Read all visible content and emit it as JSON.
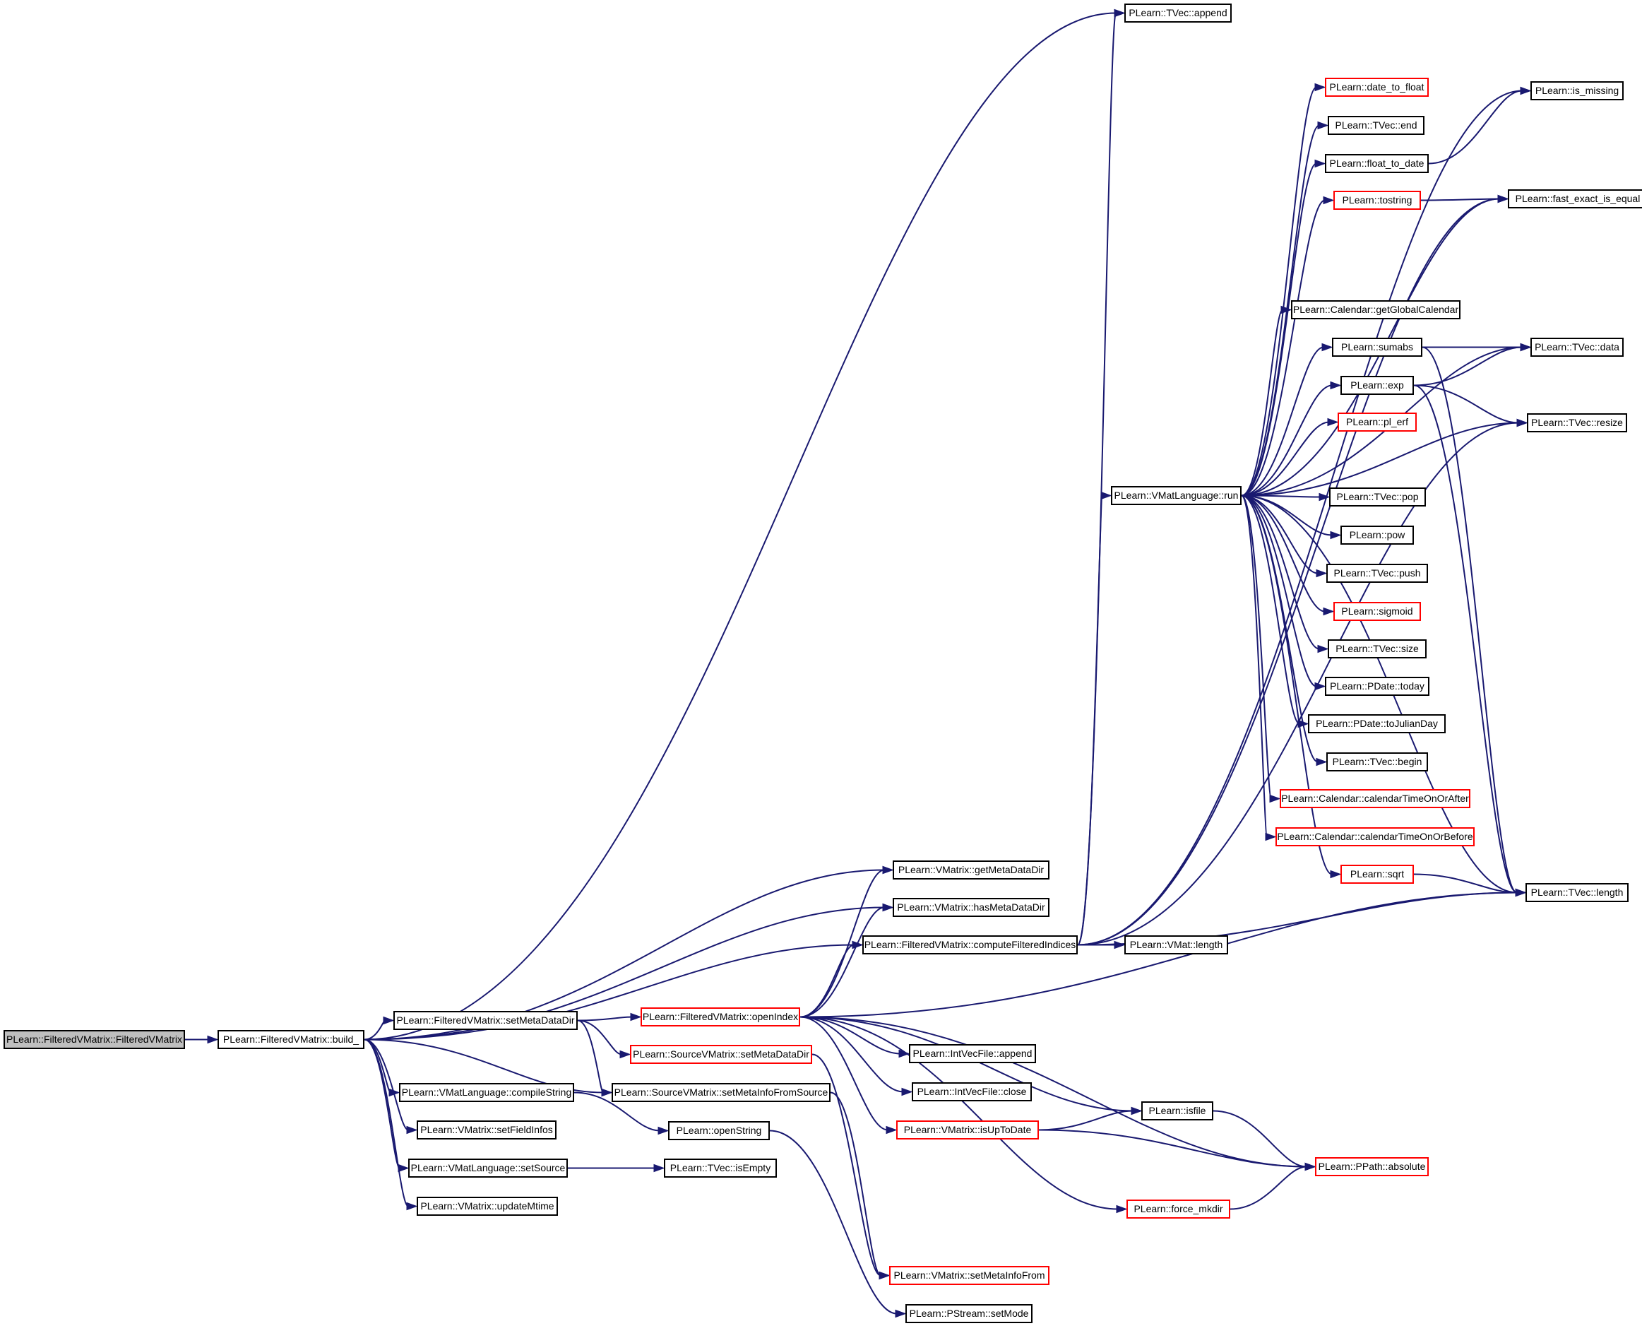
{
  "diagram": {
    "kind": "call-graph",
    "colors": {
      "edge": "#191970",
      "border": "#000000",
      "incomplete_border": "#ff0000",
      "root_fill": "#bfbfbf",
      "node_fill": "#ffffff"
    },
    "nodes": [
      {
        "id": "ctor",
        "label": "PLearn::FilteredVMatrix::FilteredVMatrix",
        "variant": "root"
      },
      {
        "id": "build",
        "label": "PLearn::FilteredVMatrix::build_",
        "variant": "normal"
      },
      {
        "id": "tvec_append",
        "label": "PLearn::TVec::append",
        "variant": "normal"
      },
      {
        "id": "getmeta",
        "label": "PLearn::VMatrix::getMetaDataDir",
        "variant": "normal"
      },
      {
        "id": "hasmeta",
        "label": "PLearn::VMatrix::hasMetaDataDir",
        "variant": "normal"
      },
      {
        "id": "compute",
        "label": "PLearn::FilteredVMatrix::computeFilteredIndices",
        "variant": "normal"
      },
      {
        "id": "setmeta",
        "label": "PLearn::FilteredVMatrix::setMetaDataDir",
        "variant": "normal"
      },
      {
        "id": "openindex",
        "label": "PLearn::FilteredVMatrix::openIndex",
        "variant": "red"
      },
      {
        "id": "src_setmeta",
        "label": "PLearn::SourceVMatrix::setMetaDataDir",
        "variant": "red"
      },
      {
        "id": "src_setinfo",
        "label": "PLearn::SourceVMatrix::setMetaInfoFromSource",
        "variant": "normal"
      },
      {
        "id": "compilestr",
        "label": "PLearn::VMatLanguage::compileString",
        "variant": "normal"
      },
      {
        "id": "setfield",
        "label": "PLearn::VMatrix::setFieldInfos",
        "variant": "normal"
      },
      {
        "id": "setsource",
        "label": "PLearn::VMatLanguage::setSource",
        "variant": "normal"
      },
      {
        "id": "updatemtime",
        "label": "PLearn::VMatrix::updateMtime",
        "variant": "normal"
      },
      {
        "id": "openstring",
        "label": "PLearn::openString",
        "variant": "normal"
      },
      {
        "id": "isempty",
        "label": "PLearn::TVec::isEmpty",
        "variant": "normal"
      },
      {
        "id": "run",
        "label": "PLearn::VMatLanguage::run",
        "variant": "normal"
      },
      {
        "id": "vmat_length",
        "label": "PLearn::VMat::length",
        "variant": "normal"
      },
      {
        "id": "ivf_append",
        "label": "PLearn::IntVecFile::append",
        "variant": "normal"
      },
      {
        "id": "ivf_close",
        "label": "PLearn::IntVecFile::close",
        "variant": "normal"
      },
      {
        "id": "isuptodate",
        "label": "PLearn::VMatrix::isUpToDate",
        "variant": "red"
      },
      {
        "id": "isfile",
        "label": "PLearn::isfile",
        "variant": "normal"
      },
      {
        "id": "forcemkdir",
        "label": "PLearn::force_mkdir",
        "variant": "red"
      },
      {
        "id": "absolute",
        "label": "PLearn::PPath::absolute",
        "variant": "red"
      },
      {
        "id": "setinfofrom",
        "label": "PLearn::VMatrix::setMetaInfoFrom",
        "variant": "red"
      },
      {
        "id": "setmode",
        "label": "PLearn::PStream::setMode",
        "variant": "normal"
      },
      {
        "id": "date_to_float",
        "label": "PLearn::date_to_float",
        "variant": "red"
      },
      {
        "id": "tvec_end",
        "label": "PLearn::TVec::end",
        "variant": "normal"
      },
      {
        "id": "float_to_date",
        "label": "PLearn::float_to_date",
        "variant": "normal"
      },
      {
        "id": "tostring",
        "label": "PLearn::tostring",
        "variant": "red"
      },
      {
        "id": "getglobalcal",
        "label": "PLearn::Calendar::getGlobalCalendar",
        "variant": "normal"
      },
      {
        "id": "sumabs",
        "label": "PLearn::sumabs",
        "variant": "normal"
      },
      {
        "id": "exp",
        "label": "PLearn::exp",
        "variant": "normal"
      },
      {
        "id": "pl_erf",
        "label": "PLearn::pl_erf",
        "variant": "red"
      },
      {
        "id": "tvec_pop",
        "label": "PLearn::TVec::pop",
        "variant": "normal"
      },
      {
        "id": "pow",
        "label": "PLearn::pow",
        "variant": "normal"
      },
      {
        "id": "tvec_push",
        "label": "PLearn::TVec::push",
        "variant": "normal"
      },
      {
        "id": "sigmoid",
        "label": "PLearn::sigmoid",
        "variant": "red"
      },
      {
        "id": "tvec_size",
        "label": "PLearn::TVec::size",
        "variant": "normal"
      },
      {
        "id": "today",
        "label": "PLearn::PDate::today",
        "variant": "normal"
      },
      {
        "id": "tojulian",
        "label": "PLearn::PDate::toJulianDay",
        "variant": "normal"
      },
      {
        "id": "tvec_begin",
        "label": "PLearn::TVec::begin",
        "variant": "normal"
      },
      {
        "id": "caltimeafter",
        "label": "PLearn::Calendar::calendarTimeOnOrAfter",
        "variant": "red"
      },
      {
        "id": "caltimebefore",
        "label": "PLearn::Calendar::calendarTimeOnOrBefore",
        "variant": "red"
      },
      {
        "id": "sqrt",
        "label": "PLearn::sqrt",
        "variant": "red"
      },
      {
        "id": "is_missing",
        "label": "PLearn::is_missing",
        "variant": "normal"
      },
      {
        "id": "fast_exact",
        "label": "PLearn::fast_exact_is_equal",
        "variant": "normal"
      },
      {
        "id": "tvec_data",
        "label": "PLearn::TVec::data",
        "variant": "normal"
      },
      {
        "id": "tvec_resize",
        "label": "PLearn::TVec::resize",
        "variant": "normal"
      },
      {
        "id": "tvec_length",
        "label": "PLearn::TVec::length",
        "variant": "normal"
      }
    ],
    "edges": [
      [
        "ctor",
        "build"
      ],
      [
        "build",
        "tvec_append"
      ],
      [
        "build",
        "getmeta"
      ],
      [
        "build",
        "hasmeta"
      ],
      [
        "build",
        "compute"
      ],
      [
        "build",
        "setmeta"
      ],
      [
        "build",
        "src_setinfo"
      ],
      [
        "build",
        "compilestr"
      ],
      [
        "build",
        "setfield"
      ],
      [
        "build",
        "setsource"
      ],
      [
        "build",
        "updatemtime"
      ],
      [
        "setmeta",
        "openindex"
      ],
      [
        "setmeta",
        "src_setmeta"
      ],
      [
        "setmeta",
        "src_setinfo"
      ],
      [
        "compilestr",
        "openstring"
      ],
      [
        "setsource",
        "isempty"
      ],
      [
        "openstring",
        "setmode"
      ],
      [
        "openindex",
        "getmeta"
      ],
      [
        "openindex",
        "hasmeta"
      ],
      [
        "openindex",
        "compute"
      ],
      [
        "openindex",
        "ivf_append"
      ],
      [
        "openindex",
        "ivf_close"
      ],
      [
        "openindex",
        "isuptodate"
      ],
      [
        "openindex",
        "isfile"
      ],
      [
        "openindex",
        "forcemkdir"
      ],
      [
        "openindex",
        "tvec_length"
      ],
      [
        "openindex",
        "absolute"
      ],
      [
        "src_setmeta",
        "setinfofrom"
      ],
      [
        "src_setinfo",
        "setinfofrom"
      ],
      [
        "isuptodate",
        "isfile"
      ],
      [
        "isuptodate",
        "absolute"
      ],
      [
        "isfile",
        "absolute"
      ],
      [
        "forcemkdir",
        "absolute"
      ],
      [
        "compute",
        "run"
      ],
      [
        "compute",
        "vmat_length"
      ],
      [
        "compute",
        "tvec_length"
      ],
      [
        "compute",
        "tvec_resize"
      ],
      [
        "compute",
        "tvec_append"
      ],
      [
        "compute",
        "is_missing"
      ],
      [
        "compute",
        "fast_exact"
      ],
      [
        "run",
        "date_to_float"
      ],
      [
        "run",
        "tvec_end"
      ],
      [
        "run",
        "float_to_date"
      ],
      [
        "run",
        "tostring"
      ],
      [
        "run",
        "getglobalcal"
      ],
      [
        "run",
        "sumabs"
      ],
      [
        "run",
        "exp"
      ],
      [
        "run",
        "pl_erf"
      ],
      [
        "run",
        "tvec_pop"
      ],
      [
        "run",
        "pow"
      ],
      [
        "run",
        "tvec_push"
      ],
      [
        "run",
        "sigmoid"
      ],
      [
        "run",
        "tvec_size"
      ],
      [
        "run",
        "today"
      ],
      [
        "run",
        "tojulian"
      ],
      [
        "run",
        "tvec_begin"
      ],
      [
        "run",
        "caltimeafter"
      ],
      [
        "run",
        "caltimebefore"
      ],
      [
        "run",
        "sqrt"
      ],
      [
        "run",
        "tvec_data"
      ],
      [
        "run",
        "tvec_resize"
      ],
      [
        "run",
        "fast_exact"
      ],
      [
        "run",
        "tvec_length"
      ],
      [
        "float_to_date",
        "is_missing"
      ],
      [
        "tostring",
        "fast_exact"
      ],
      [
        "sumabs",
        "tvec_data"
      ],
      [
        "sumabs",
        "tvec_length"
      ],
      [
        "exp",
        "tvec_data"
      ],
      [
        "exp",
        "tvec_resize"
      ],
      [
        "exp",
        "tvec_length"
      ],
      [
        "sqrt",
        "tvec_length"
      ]
    ]
  }
}
